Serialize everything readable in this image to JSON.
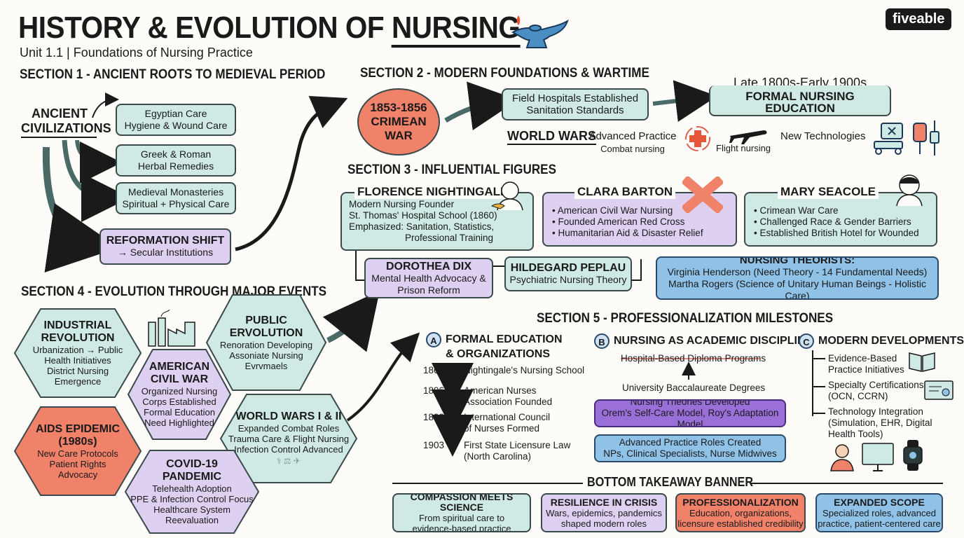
{
  "header": {
    "title_a": "HISTORY & EVOLUTION OF ",
    "title_b": "NURSING",
    "subtitle": "Unit 1.1 | Foundations of Nursing Practice",
    "logo": "fiveable"
  },
  "sections": {
    "s1": "SECTION 1 - ANCIENT ROOTS TO MEDIEVAL PERIOD",
    "s2": "SECTION 2 - MODERN FOUNDATIONS & WARTIME",
    "s3": "SECTION 3 - INFLUENTIAL FIGURES",
    "s4": "SECTION 4 - EVOLUTION THROUGH MAJOR EVENTS",
    "s5": "SECTION 5 - PROFESSIONALIZATION MILESTONES"
  },
  "s1": {
    "ancient": "ANCIENT",
    "civ": "CIVILIZATIONS",
    "egypt_h": "Egyptian Care",
    "egypt_t": "Hygiene & Wound Care",
    "greek_h": "Greek & Roman",
    "greek_t": "Herbal Remedies",
    "med_h": "Medieval Monasteries",
    "med_t": "Spiritual + Physical Care",
    "ref_h": "REFORMATION SHIFT",
    "ref_t": "→ Secular Institutions"
  },
  "s2": {
    "crimean_1": "1853-1856",
    "crimean_2": "CRIMEAN",
    "crimean_3": "WAR",
    "field_1": "Field Hospitals Established",
    "field_2": "Sanitation Standards",
    "late": "Late 1800s-Early 1900s",
    "formal": "FORMAL NURSING EDUCATION",
    "ww": "WORLD WARS",
    "adv_1": "Advanced Practice",
    "adv_2": "Combat nursing",
    "flight": "Flight nursing",
    "newtech": "New Technologies"
  },
  "s3": {
    "fn_name": "FLORENCE NIGHTINGALE",
    "fn_1": "Modern Nursing Founder",
    "fn_2": "St. Thomas' Hospital School (1860)",
    "fn_3": "Emphasized: Sanitation, Statistics,",
    "fn_4": "Professional Training",
    "cb_name": "CLARA BARTON",
    "cb_1": "• American Civil War Nursing",
    "cb_2": "• Founded American Red Cross",
    "cb_3": "• Humanitarian Aid & Disaster Relief",
    "ms_name": "MARY SEACOLE",
    "ms_1": "• Crimean War Care",
    "ms_2": "• Challenged Race & Gender Barriers",
    "ms_3": "• Established British Hotel for Wounded",
    "dd_name": "DOROTHEA DIX",
    "dd_1": "Mental Health Advocacy &",
    "dd_2": "Prison Reform",
    "hp_name": "HILDEGARD PEPLAU",
    "hp_1": "Psychiatric Nursing Theory",
    "nt_h": "NURSING THEORISTS:",
    "nt_1": "Virginia Henderson (Need Theory - 14 Fundamental Needs)",
    "nt_2": "Martha Rogers (Science of Unitary Human Beings - Holistic Care)"
  },
  "s4": {
    "ind_h1": "INDUSTRIAL",
    "ind_h2": "REVOLUTION",
    "ind_1": "Urbanization → Public",
    "ind_2": "Health Initiatives",
    "ind_3": "District Nursing",
    "ind_4": "Emergence",
    "pub_h1": "PUBLIC",
    "pub_h2": "ERVOLUTION",
    "pub_1": "Renoration Developing",
    "pub_2": "Assoniate Nursing",
    "pub_3": "Evrvmaels",
    "acw_h1": "AMERICAN",
    "acw_h2": "CIVIL WAR",
    "acw_1": "Organized Nursing",
    "acw_2": "Corps Established",
    "acw_3": "Formal Education",
    "acw_4": "Need Highlighted",
    "ww_h": "WORLD WARS I & II",
    "ww_1": "Expanded Combat Roles",
    "ww_2": "Trauma Care & Flight Nursing",
    "ww_3": "Infection Control Advanced",
    "aids_h1": "AIDS EPIDEMIC",
    "aids_h2": "(1980s)",
    "aids_1": "New Care Protocols",
    "aids_2": "Patient Rights",
    "aids_3": "Advocacy",
    "cov_h1": "COVID-19",
    "cov_h2": "PANDEMIC",
    "cov_1": "Telehealth Adoption",
    "cov_2": "PPE & Infection Control Focus",
    "cov_3": "Healthcare System",
    "cov_4": "Reevaluation"
  },
  "s5": {
    "a_letter": "A",
    "a_h1": "FORMAL EDUCATION",
    "a_h2": "& ORGANIZATIONS",
    "timeline": [
      {
        "year": "1860",
        "l1": "Nightingale's Nursing School",
        "l2": ""
      },
      {
        "year": "1896",
        "l1": "American Nurses",
        "l2": "Association Founded"
      },
      {
        "year": "1899",
        "l1": "International Council",
        "l2": "of Nurses Formed"
      },
      {
        "year": "1903",
        "l1": "First State Licensure Law",
        "l2": "(North Carolina)"
      }
    ],
    "b_letter": "B",
    "b_h": "NURSING AS ACADEMIC DISCIPLINE",
    "b_1": "Hospital-Based Diploma Programs",
    "b_2": "University Baccalaureate Degrees",
    "b_t1": "Nursing Theories Developed",
    "b_t2": "Orem's Self-Care Model, Roy's Adaptation Model",
    "b_a1": "Advanced Practice Roles Created",
    "b_a2": "NPs, Clinical Specialists, Nurse Midwives",
    "c_letter": "C",
    "c_h": "MODERN DEVELOPMENTS",
    "c_1a": "Evidence-Based",
    "c_1b": "Practice Initiatives",
    "c_2a": "Specialty Certifications",
    "c_2b": "(OCN, CCRN)",
    "c_3a": "Technology Integration",
    "c_3b": "(Simulation, EHR, Digital",
    "c_3c": "Health Tools)"
  },
  "banner": {
    "title": "BOTTOM TAKEAWAY BANNER",
    "items": [
      {
        "h": "COMPASSION MEETS SCIENCE",
        "l1": "From spiritual care to",
        "l2": "evidence-based practice"
      },
      {
        "h": "RESILIENCE IN CRISIS",
        "l1": "Wars, epidemics, pandemics",
        "l2": "shaped modern roles"
      },
      {
        "h": "PROFESSIONALIZATION",
        "l1": "Education, organizations,",
        "l2": "licensure established credibility"
      },
      {
        "h": "EXPANDED SCOPE",
        "l1": "Specialized roles, advanced",
        "l2": "practice, patient-centered care"
      }
    ]
  },
  "colors": {
    "teal": "#cfe9e4",
    "purple": "#ddd0f0",
    "dark_purple": "#9b6fd8",
    "blue": "#8fc2e6",
    "salmon": "#f0826a",
    "ink": "#1a1a1a"
  },
  "icons": [
    "oil-lamp-icon",
    "red-cross-icon",
    "airplane-icon",
    "medical-cart-icon",
    "iv-bag-icon",
    "factory-icon",
    "book-icon",
    "certificate-icon",
    "nurse-icon",
    "monitor-icon",
    "smartwatch-icon"
  ]
}
